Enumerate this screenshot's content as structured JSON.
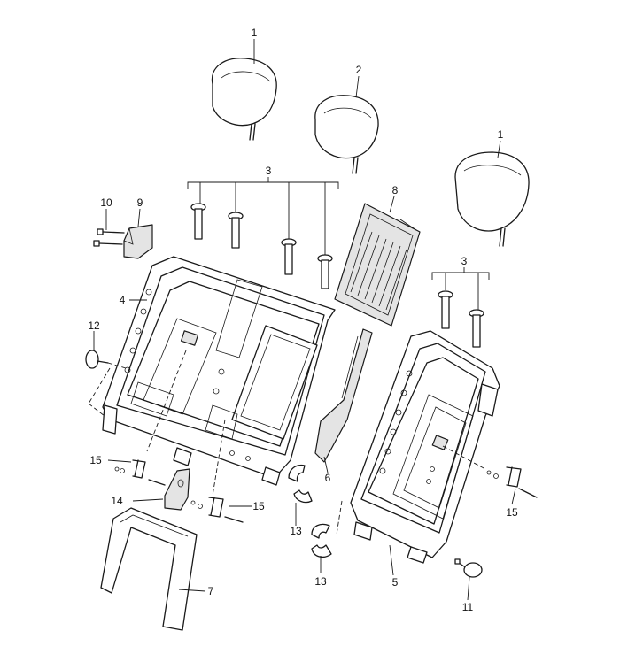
{
  "callouts": {
    "c1a": "1",
    "c1b": "1",
    "c2": "2",
    "c3a": "3",
    "c3b": "3",
    "c4": "4",
    "c5": "5",
    "c6": "6",
    "c7": "7",
    "c8": "8",
    "c9": "9",
    "c10": "10",
    "c11": "11",
    "c12": "12",
    "c13a": "13",
    "c13b": "13",
    "c14": "14",
    "c15a": "15",
    "c15b": "15",
    "c15c": "15"
  }
}
